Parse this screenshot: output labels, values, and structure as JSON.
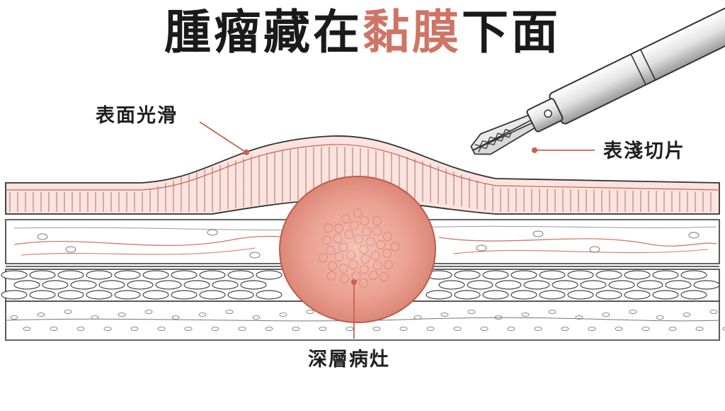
{
  "title": {
    "part1": "腫瘤藏在",
    "part2": "黏膜",
    "part3": "下面"
  },
  "labels": {
    "surface": "表面光滑",
    "biopsy": "表淺切片",
    "lesion": "深層病灶"
  },
  "colors": {
    "accent": "#cf7566",
    "mucosa_fill": "#fbe3df",
    "tumor": "#ea9a8c",
    "leader": "#c9624f",
    "outline": "#333333"
  },
  "icons": {
    "forceps": "biopsy-forceps-icon"
  }
}
